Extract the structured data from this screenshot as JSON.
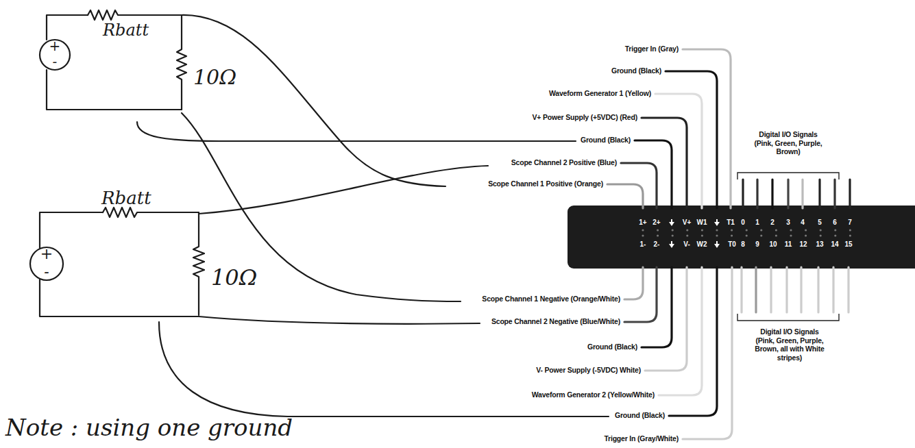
{
  "diagram": {
    "labels": [
      "Rbatt",
      "+",
      "-",
      "10Ω",
      "Rbatt",
      "+",
      "-",
      "10Ω",
      "Trigger In (Gray)",
      "Ground (Black)",
      "Waveform Generator 1 (Yellow)",
      "V+ Power Supply (+5VDC) (Red)",
      "Ground (Black)",
      "Scope Channel 2 Positive (Blue)",
      "Scope Channel 1 Positive (Orange)",
      "Digital I/O Signals (Pink, Green, Purple, Brown)",
      "1+",
      "2+",
      "V+",
      "W1",
      "T1",
      "0",
      "1",
      "2",
      "3",
      "4",
      "5",
      "6",
      "7",
      "1-",
      "2-",
      "V-",
      "W2",
      "T0",
      "8",
      "9",
      "10",
      "11",
      "12",
      "13",
      "14",
      "15",
      "Scope Channel 1 Negative (Orange/White)",
      "Scope Channel 2 Negative (Blue/White)",
      "Ground (Black)",
      "V- Power Supply (-5VDC) White)",
      "Waveform Generator 2 (Yellow/White)",
      "Ground (Black)",
      "Trigger In (Gray/White)",
      "Digital I/O Signals (Pink, Green, Purple, Brown, all with White stripes)",
      "Note : using one ground"
    ]
  }
}
